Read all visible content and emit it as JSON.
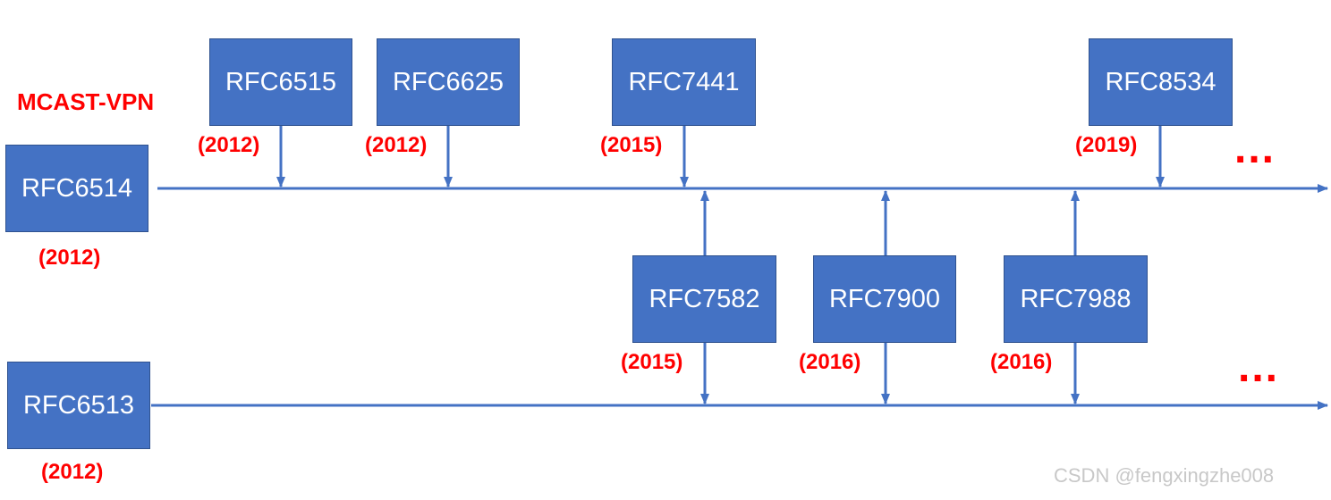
{
  "title": "MCAST-VPN",
  "upper_line": {
    "root": {
      "label": "RFC6514",
      "year": "(2012)"
    },
    "more": "..."
  },
  "lower_line": {
    "root": {
      "label": "RFC6513",
      "year": "(2012)"
    },
    "more": "..."
  },
  "upper_docs": [
    {
      "label": "RFC6515",
      "year": "(2012)"
    },
    {
      "label": "RFC6625",
      "year": "(2012)"
    },
    {
      "label": "RFC7441",
      "year": "(2015)"
    },
    {
      "label": "RFC8534",
      "year": "(2019)"
    }
  ],
  "middle_docs": [
    {
      "label": "RFC7582",
      "year": "(2015)"
    },
    {
      "label": "RFC7900",
      "year": "(2016)"
    },
    {
      "label": "RFC7988",
      "year": "(2016)"
    }
  ],
  "watermark": "CSDN @fengxingzhe008",
  "colors": {
    "box_fill": "#4472c4",
    "line": "#4472c4",
    "accent_red": "#ff0000"
  }
}
